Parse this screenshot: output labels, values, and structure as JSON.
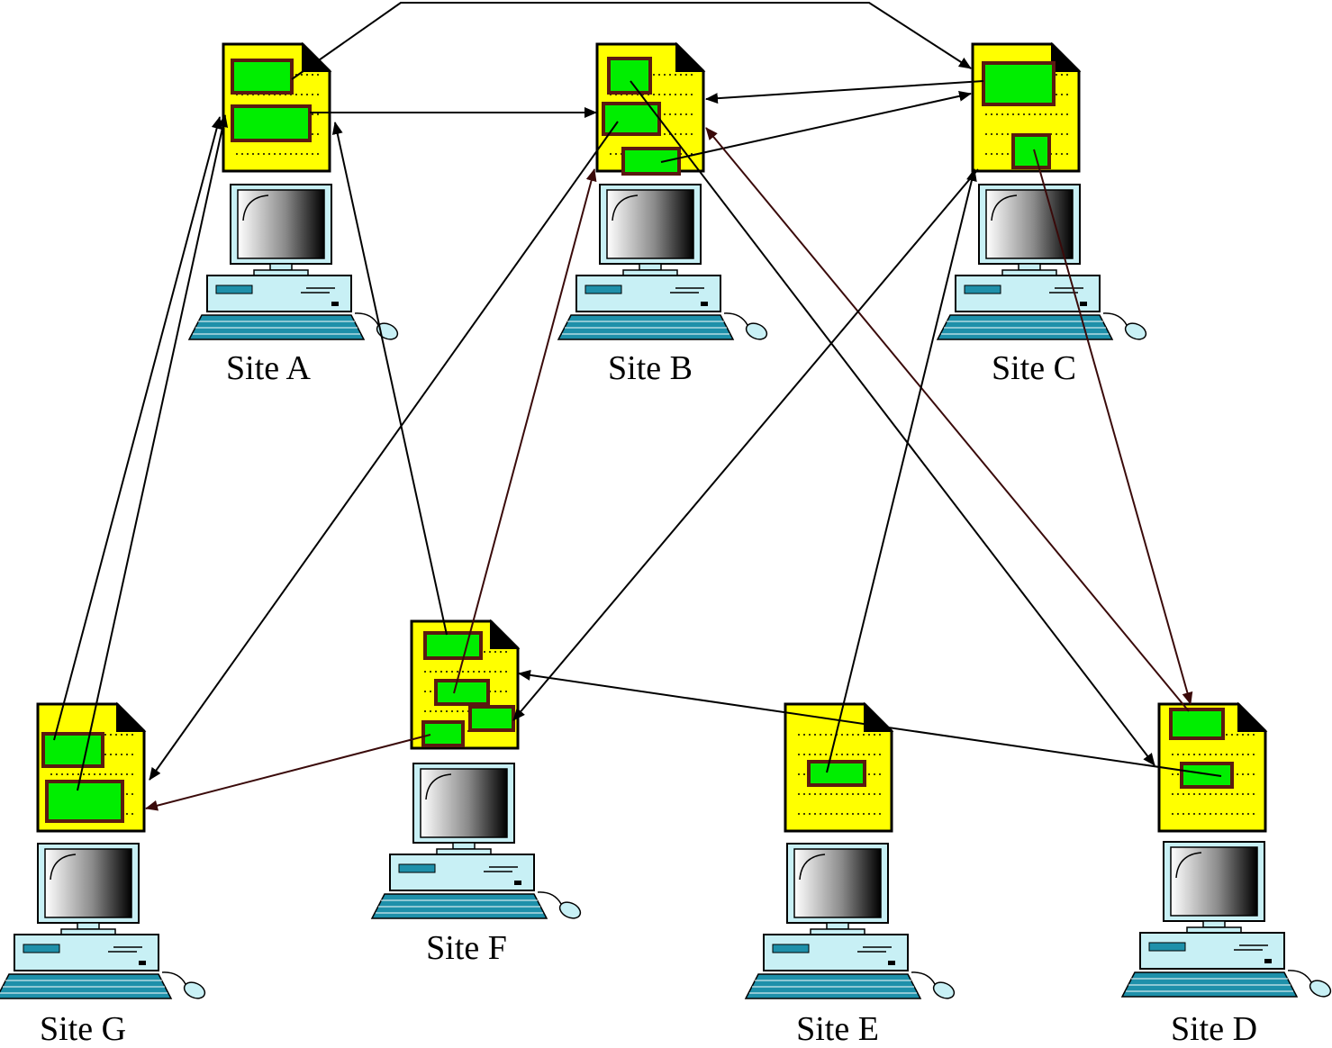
{
  "sites": [
    {
      "id": "A",
      "label": "Site A"
    },
    {
      "id": "B",
      "label": "Site B"
    },
    {
      "id": "C",
      "label": "Site C"
    },
    {
      "id": "D",
      "label": "Site D"
    },
    {
      "id": "E",
      "label": "Site E"
    },
    {
      "id": "F",
      "label": "Site F"
    },
    {
      "id": "G",
      "label": "Site G"
    }
  ],
  "links": [
    {
      "from": "A",
      "to": "C"
    },
    {
      "from": "A",
      "to": "B"
    },
    {
      "from": "C",
      "to": "B"
    },
    {
      "from": "B",
      "to": "C"
    },
    {
      "from": "B",
      "to": "G"
    },
    {
      "from": "B",
      "to": "D"
    },
    {
      "from": "C",
      "to": "D"
    },
    {
      "from": "D",
      "to": "B"
    },
    {
      "from": "F",
      "to": "A"
    },
    {
      "from": "F",
      "to": "B"
    },
    {
      "from": "C",
      "to": "F"
    },
    {
      "from": "F",
      "to": "G"
    },
    {
      "from": "D",
      "to": "F"
    },
    {
      "from": "E",
      "to": "C"
    },
    {
      "from": "G",
      "to": "A"
    }
  ],
  "colors": {
    "document": "#ffff00",
    "fragment": "#00ee00",
    "fragment_border": "#5a1a10",
    "link": "#000000",
    "link_dark_red": "#3a0a0a",
    "monitor_body": "#c8f0f5",
    "screen_dark": "#000000",
    "keyboard": "#1e90aa"
  }
}
